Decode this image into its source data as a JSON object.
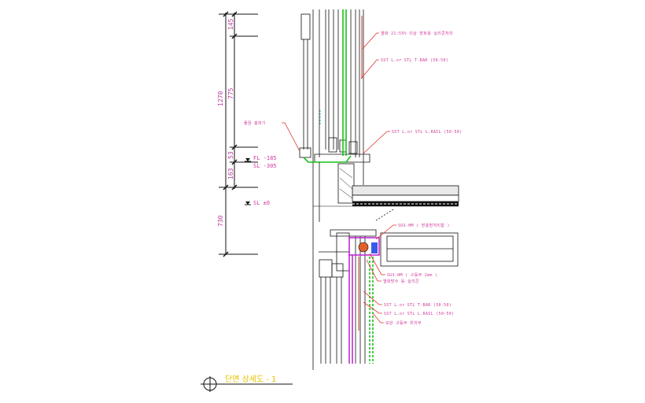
{
  "dimensions": {
    "overall_upper": "1270",
    "seg_top": "145",
    "seg_mid": "775",
    "seg_small": "53",
    "seg_lower": "163",
    "overall_lower": "730"
  },
  "levels": {
    "fl": "FL -185",
    "sl_upper": "SL -305",
    "sl_zero": "SL ±0"
  },
  "annotations": {
    "upper_right": [
      "열화 21:55% 이상 방화용 실리콘처리",
      "SST L.or STL T-BAR (50-50)",
      "SST L.or STL L.RAIL (50-50)"
    ],
    "left": "물끊 홈파기",
    "lower_right": [
      "SUS-HM ( 방충망처리함 )",
      "SUS-HM ( 구동부 2mm )",
      "열화방수 등 실리콘",
      "SST L.or STL T-BAR (50-50)",
      "SST L.or STL L.RAIL (50-50)",
      "보완 구동부 위치부"
    ]
  },
  "title": {
    "label": "단면 상세도 - 1"
  },
  "colors": {
    "line": "#111111",
    "green": "#19c219",
    "magenta": "#d0389a",
    "orange": "#c0392b",
    "cyan": "#2fc6d6",
    "title": "#e6c200",
    "leader": "#e0322a"
  }
}
